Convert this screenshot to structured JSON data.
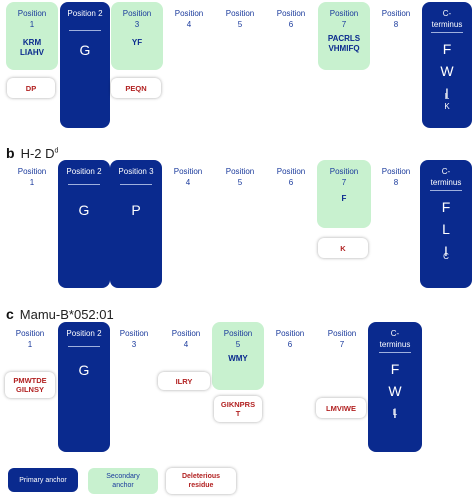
{
  "colors": {
    "primary_anchor": "#0a2a8e",
    "secondary_anchor": "#c8f1cf",
    "deleterious_text": "#b22222",
    "position_text": "#1a3a9c"
  },
  "panel_a": {
    "positions": [
      "Position\n1",
      "Position 2",
      "Position\n3",
      "Position\n4",
      "Position\n5",
      "Position\n6",
      "Position\n7",
      "Position\n8",
      "C-\nterminus"
    ],
    "secondary": {
      "p1": "KRM\nLIAHV",
      "p3": "YF",
      "p7": "PACRLS\nVHMIFQ"
    },
    "primary": {
      "p2": "G",
      "cterm_big": "F\nW\nI",
      "cterm_small": "L\nK"
    },
    "deleterious": {
      "p1": "DP",
      "p3": "PEQN"
    }
  },
  "panel_b": {
    "letter": "b",
    "title_main": "H-2 D",
    "title_sup": "d",
    "positions": [
      "Position\n1",
      "Position 2",
      "Position 3",
      "Position\n4",
      "Position\n5",
      "Position\n6",
      "Position\n7",
      "Position\n8",
      "C-\nterminus"
    ],
    "primary": {
      "p2": "G",
      "p3": "P",
      "cterm_big": "F\nL\nI",
      "cterm_small": "C"
    },
    "secondary": {
      "p7": "F"
    },
    "deleterious": {
      "p7": "K"
    }
  },
  "panel_c": {
    "letter": "c",
    "title": "Mamu-B*052:01",
    "positions": [
      "Position\n1",
      "Position 2",
      "Position\n3",
      "Position\n4",
      "Position\n5",
      "Position\n6",
      "Position\n7",
      "C-\nterminus"
    ],
    "primary": {
      "p2": "G",
      "cterm_big": "F\nW\nI",
      "cterm_small": "L"
    },
    "secondary": {
      "p5": "WMY"
    },
    "deleterious": {
      "p1": "PMWTDE\nGILNSY",
      "p4": "ILRY",
      "p5": "GIKNPRS\nT",
      "p7": "LMVIWE"
    }
  },
  "legend": {
    "primary": "Primary anchor",
    "secondary": "Secondary\nanchor",
    "deleterious": "Deleterious\nresidue"
  }
}
